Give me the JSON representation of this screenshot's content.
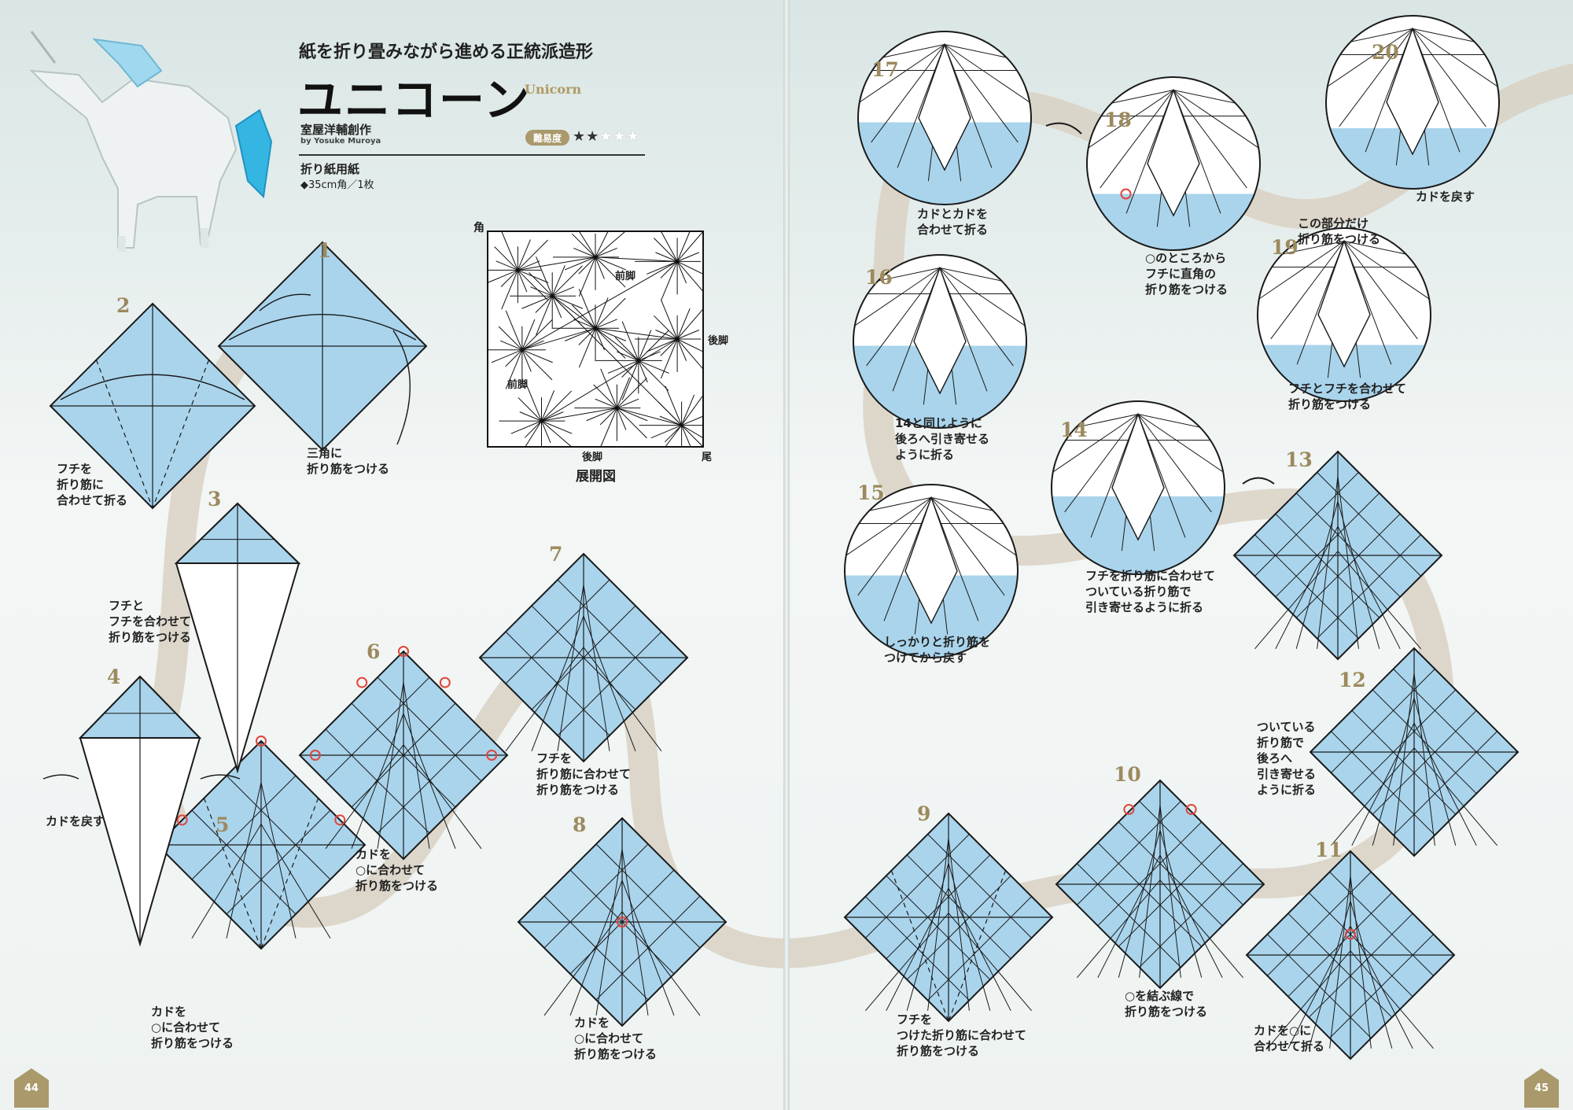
{
  "title": {
    "subtitle": "紙を折り畳みながら進める正統派造形",
    "main": "ユニコーン",
    "english": "Unicorn",
    "author": "室屋洋輔創作",
    "author_en": "by Yosuke Muroya",
    "difficulty_label": "難易度",
    "difficulty": 2,
    "difficulty_max": 5,
    "paper_label": "折り紙用紙",
    "paper_size": "◆35cm角／1枚"
  },
  "crease_pattern": {
    "caption": "展開図",
    "labels": [
      "角",
      "前脚",
      "後脚",
      "前脚",
      "後脚",
      "尾"
    ]
  },
  "page_numbers": {
    "left": "44",
    "right": "45"
  },
  "colors": {
    "paper_blue": "#a9d4ec",
    "track": "#d9d1c3",
    "number_gold": "#9c8a5e",
    "marker_red": "#e0453b"
  },
  "icons": [
    "unicorn-photo",
    "fold-arrow",
    "mark-circle-icon",
    "star-icon"
  ],
  "steps": [
    {
      "num": "1",
      "caption": "三角に\n折り筋をつける"
    },
    {
      "num": "2",
      "caption": "フチを\n折り筋に\n合わせて折る"
    },
    {
      "num": "3",
      "caption": "フチと\nフチを合わせて\n折り筋をつける"
    },
    {
      "num": "4",
      "caption": "カドを戻す"
    },
    {
      "num": "5",
      "caption": "カドを\n○に合わせて\n折り筋をつける"
    },
    {
      "num": "6",
      "caption": "カドを\n○に合わせて\n折り筋をつける"
    },
    {
      "num": "7",
      "caption": "フチを\n折り筋に合わせて\n折り筋をつける"
    },
    {
      "num": "8",
      "caption": "カドを\n○に合わせて\n折り筋をつける"
    },
    {
      "num": "9",
      "caption": "フチを\nつけた折り筋に合わせて\n折り筋をつける"
    },
    {
      "num": "10",
      "caption": "○を結ぶ線で\n折り筋をつける"
    },
    {
      "num": "11",
      "caption": "カドを○に\n合わせて折る"
    },
    {
      "num": "12",
      "caption": "ついている\n折り筋で\n後ろへ\n引き寄せる\nように折る"
    },
    {
      "num": "13",
      "caption": ""
    },
    {
      "num": "14",
      "caption": "フチを折り筋に合わせて\nついている折り筋で\n引き寄せるように折る"
    },
    {
      "num": "15",
      "caption": "しっかりと折り筋を\nつけてから戻す"
    },
    {
      "num": "16",
      "caption": "14と同じように\n後ろへ引き寄せる\nように折る"
    },
    {
      "num": "17",
      "caption": "カドとカドを\n合わせて折る"
    },
    {
      "num": "18",
      "caption": "○のところから\nフチに直角の\n折り筋をつける"
    },
    {
      "num": "19",
      "caption": "フチとフチを合わせて\n折り筋をつける"
    },
    {
      "num": "20",
      "caption": "カドを戻す"
    }
  ],
  "step19_note": "この部分だけ\n折り筋をつける"
}
